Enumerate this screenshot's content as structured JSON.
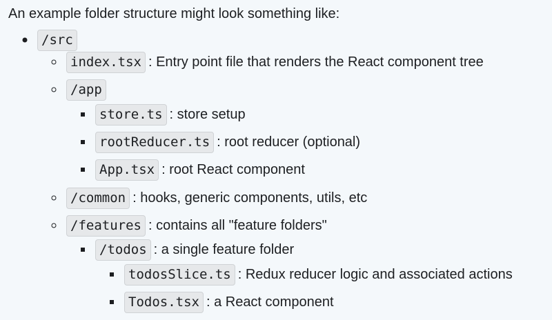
{
  "intro": "An example folder structure might look something like:",
  "items": [
    {
      "code": "/src",
      "desc": ""
    },
    {
      "code": "index.tsx",
      "desc": ": Entry point file that renders the React component tree"
    },
    {
      "code": "/app",
      "desc": ""
    },
    {
      "code": "store.ts",
      "desc": ": store setup"
    },
    {
      "code": "rootReducer.ts",
      "desc": ": root reducer (optional)"
    },
    {
      "code": "App.tsx",
      "desc": ": root React component"
    },
    {
      "code": "/common",
      "desc": ": hooks, generic components, utils, etc"
    },
    {
      "code": "/features",
      "desc": ": contains all \"feature folders\""
    },
    {
      "code": "/todos",
      "desc": ": a single feature folder"
    },
    {
      "code": "todosSlice.ts",
      "desc": ": Redux reducer logic and associated actions"
    },
    {
      "code": "Todos.tsx",
      "desc": ": a React component"
    }
  ]
}
